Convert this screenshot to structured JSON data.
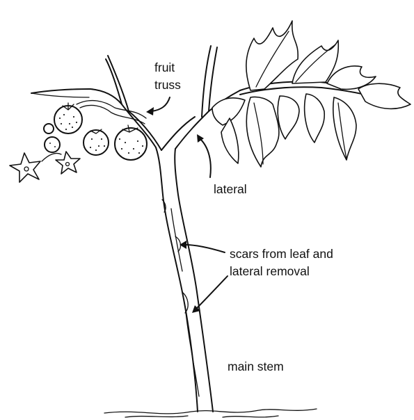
{
  "labels": {
    "fruit_truss": [
      "fruit",
      "truss"
    ],
    "lateral": "lateral",
    "scars": [
      "scars from leaf and",
      "lateral removal"
    ],
    "main_stem": "main stem"
  }
}
